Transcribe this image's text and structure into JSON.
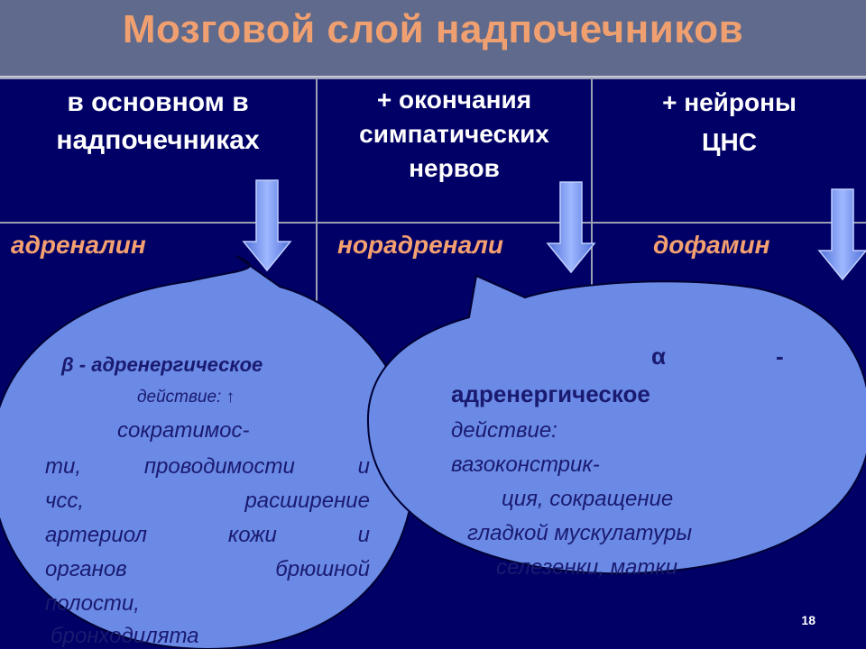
{
  "slide": {
    "title": "Мозговой слой надпочечников",
    "page_number": "18"
  },
  "columns": [
    {
      "header_lines": [
        "в основном в",
        "надпочечниках"
      ],
      "hormone": "адреналин"
    },
    {
      "header_lines": [
        "+ окончания",
        "симпатических",
        "нервов"
      ],
      "hormone": "норадренали"
    },
    {
      "header_lines": [
        "+ нейроны",
        "ЦНС"
      ],
      "hormone": "дофамин"
    }
  ],
  "beta_bubble": {
    "heading": "β - адренергическое",
    "line2": "действие: ↑",
    "line3": "сократимос-",
    "lines": [
      [
        "ти,",
        "проводимости",
        "и"
      ],
      [
        "чсс,",
        "расширение"
      ],
      [
        "артериол",
        "кожи",
        "и"
      ],
      [
        "органов",
        "брюшной"
      ],
      [
        "полости,"
      ],
      [
        "бронходилята"
      ]
    ]
  },
  "alpha_bubble": {
    "symbol": "α",
    "dash": "-",
    "heading": "адренергическое",
    "line2": "действие:",
    "line3": "вазоконстрик-",
    "line4": "ция, сокращение",
    "line5": "гладкой мускулатуры",
    "line6": "селезенки, матки"
  },
  "colors": {
    "background": "#000066",
    "title": "#f0a070",
    "hormone": "#f4a070",
    "bubble": "#6a8ae6",
    "arrow": "#6a8ae6"
  }
}
